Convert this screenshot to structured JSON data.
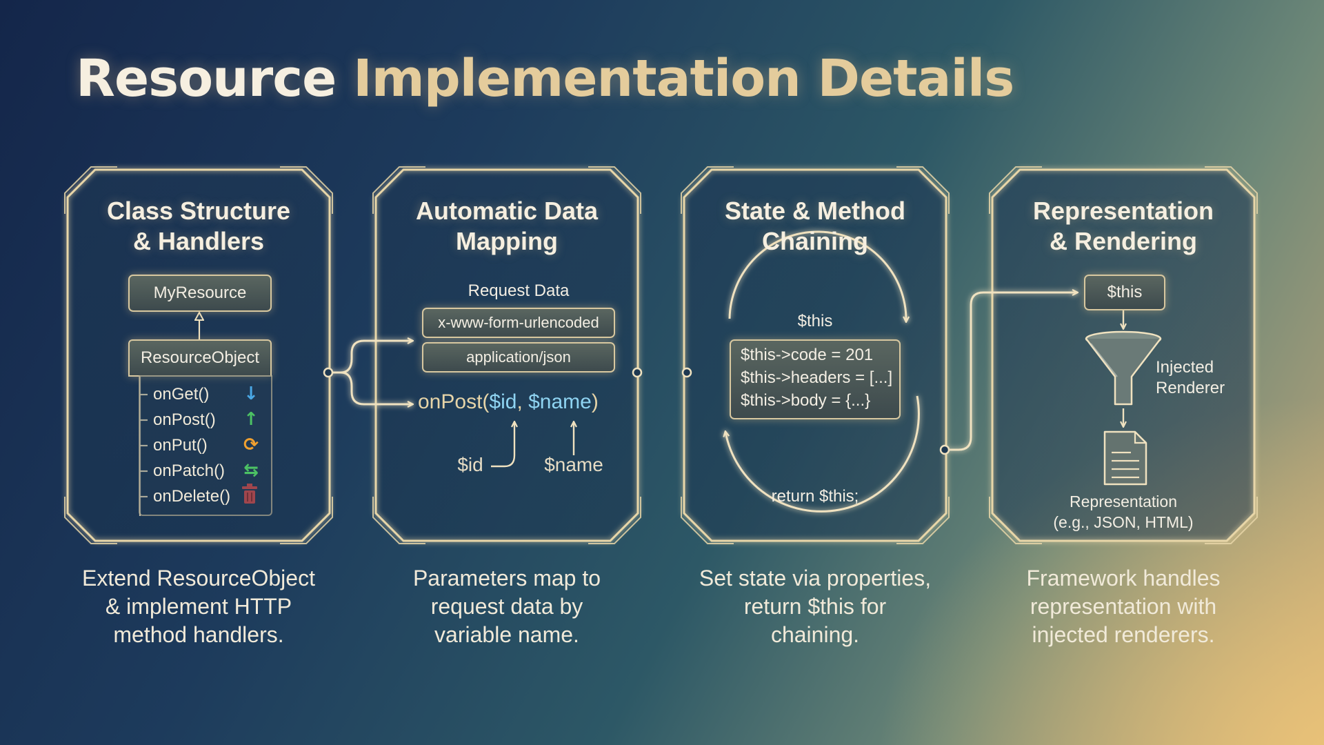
{
  "title": {
    "part1": "Resource",
    "part2": "Implementation Details"
  },
  "colors": {
    "accent_gold": "#e4cc9c",
    "frame": "#e8d6a8",
    "get": "#4aa8e6",
    "post": "#4cc264",
    "put": "#f0a030",
    "patch": "#4cc264",
    "delete": "#e04a4a"
  },
  "panels": [
    {
      "title": "Class Structure\n& Handlers",
      "class_box": "MyResource",
      "base_box": "ResourceObject",
      "methods": [
        {
          "label": "onGet()",
          "icon": "arrow-down-icon",
          "glyph": "↓"
        },
        {
          "label": "onPost()",
          "icon": "arrow-up-icon",
          "glyph": "↑"
        },
        {
          "label": "onPut()",
          "icon": "refresh-icon",
          "glyph": "⟳"
        },
        {
          "label": "onPatch()",
          "icon": "swap-icon",
          "glyph": "⇆"
        },
        {
          "label": "onDelete()",
          "icon": "trash-icon",
          "glyph": ""
        }
      ],
      "caption": "Extend ResourceObject\n& implement HTTP\nmethod handlers."
    },
    {
      "title": "Automatic Data\nMapping",
      "request_label": "Request Data",
      "formats": [
        "x-www-form-urlencoded",
        "application/json"
      ],
      "sig": {
        "fn": "onPost(",
        "p1": "$id",
        "sep": ", ",
        "p2": "$name",
        "close": ")"
      },
      "var1": "$id",
      "var2": "$name",
      "caption": "Parameters map to\nrequest data by\nvariable name."
    },
    {
      "title": "State & Method\nChaining",
      "this_label": "$this",
      "code_lines": [
        "$this->code = 201",
        "$this->headers = [...]",
        "$this->body = {...}"
      ],
      "return_label": "return $this;",
      "caption": "Set state via properties,\nreturn $this for\nchaining."
    },
    {
      "title": "Representation\n& Rendering",
      "this_box": "$this",
      "renderer_label": "Injected\nRenderer",
      "rep_label": "Representation\n(e.g., JSON, HTML)",
      "caption": "Framework handles\nrepresentation with\ninjected renderers."
    }
  ]
}
